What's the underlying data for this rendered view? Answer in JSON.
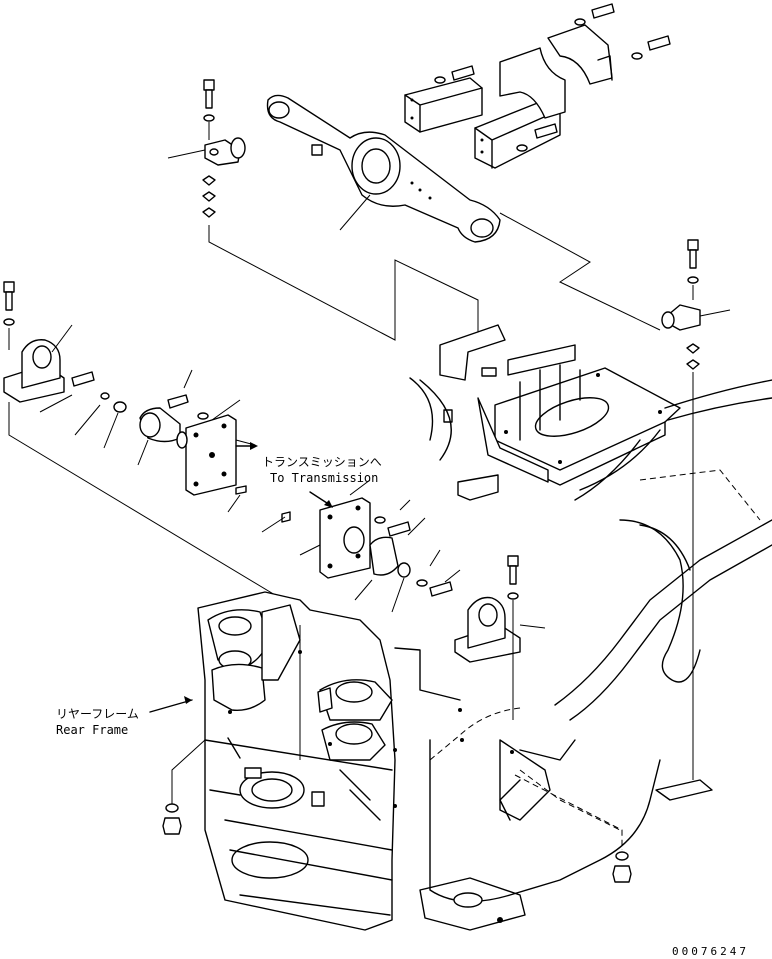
{
  "labels": {
    "transmission_jp": "トランスミッションへ",
    "transmission_en": "To Transmission",
    "rear_frame_jp": "リヤーフレーム",
    "rear_frame_en": "Rear Frame"
  },
  "drawing_number": "00076247"
}
